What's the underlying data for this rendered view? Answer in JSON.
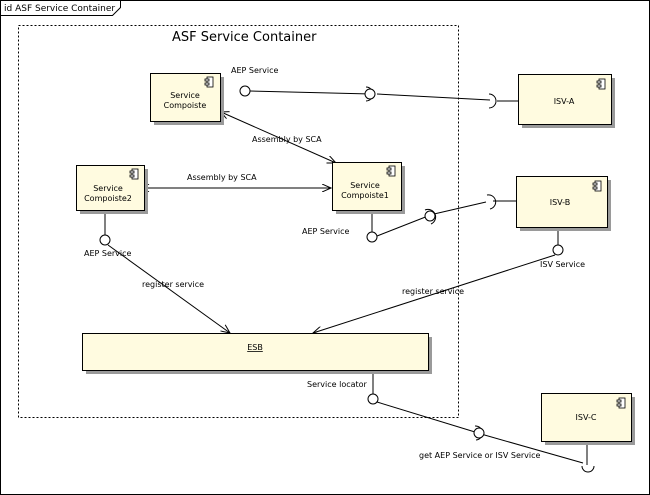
{
  "diagram": {
    "tab_title": "id ASF Service Container",
    "container_title": "ASF Service Container",
    "components": {
      "service_composite": "Service\nCompoiste",
      "service_composite1": "Service\nCompoiste1",
      "service_composite2": "Service\nCompoiste2",
      "isv_a": "ISV-A",
      "isv_b": "ISV-B",
      "isv_c": "ISV-C",
      "esb": "ESB"
    },
    "labels": {
      "aep_service_top": "AEP Service",
      "assembly_sca_1": "Assembly by SCA",
      "assembly_sca_2": "Assembly by SCA",
      "aep_service_mid": "AEP Service",
      "aep_service_left": "AEP Service",
      "register_service_left": "register service",
      "register_service_right": "register service",
      "isv_service": "ISV Service",
      "service_locator": "Service locator",
      "get_service": "get AEP Service or ISV Service"
    }
  }
}
